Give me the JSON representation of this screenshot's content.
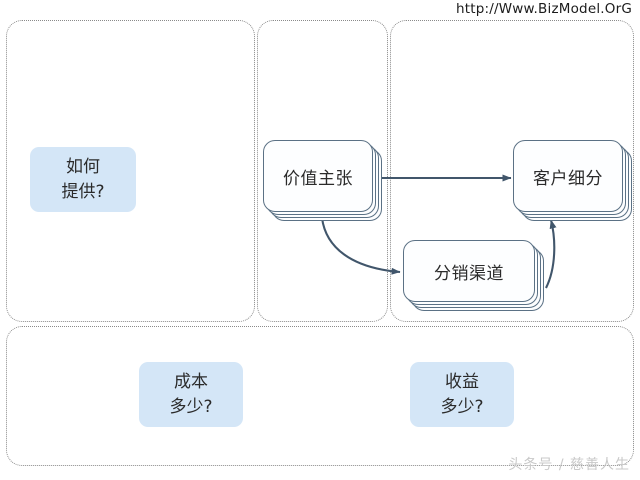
{
  "meta": {
    "url_watermark": "http://Www.BizModel.OrG",
    "author_watermark": "头条号 / 慈善人生"
  },
  "colors": {
    "question_box_fill": "#d4e6f7",
    "node_border": "#5b7185",
    "node_fill": "#fdfeff",
    "panel_border": "#8a8a8a",
    "connector": "#41566b",
    "text": "#2b2b2b",
    "background": "#ffffff"
  },
  "panels": [
    {
      "name": "panel-top-left",
      "label": ""
    },
    {
      "name": "panel-top-middle",
      "label": ""
    },
    {
      "name": "panel-top-right",
      "label": ""
    },
    {
      "name": "panel-bottom",
      "label": ""
    }
  ],
  "question_boxes": [
    {
      "id": "how-to-provide",
      "line1": "如何",
      "line2": "提供?"
    },
    {
      "id": "cost-how-much",
      "line1": "成本",
      "line2": "多少?"
    },
    {
      "id": "revenue-how-much",
      "line1": "收益",
      "line2": "多少?"
    }
  ],
  "nodes": [
    {
      "id": "value-proposition",
      "label": "价值主张"
    },
    {
      "id": "customer-segments",
      "label": "客户细分"
    },
    {
      "id": "distribution-channels",
      "label": "分销渠道"
    }
  ],
  "connectors": [
    {
      "id": "vp-to-cs",
      "from": "value-proposition",
      "to": "customer-segments",
      "style": "straight"
    },
    {
      "id": "vp-to-dc",
      "from": "value-proposition",
      "to": "distribution-channels",
      "style": "curve"
    },
    {
      "id": "dc-to-cs",
      "from": "distribution-channels",
      "to": "customer-segments",
      "style": "curve"
    }
  ]
}
